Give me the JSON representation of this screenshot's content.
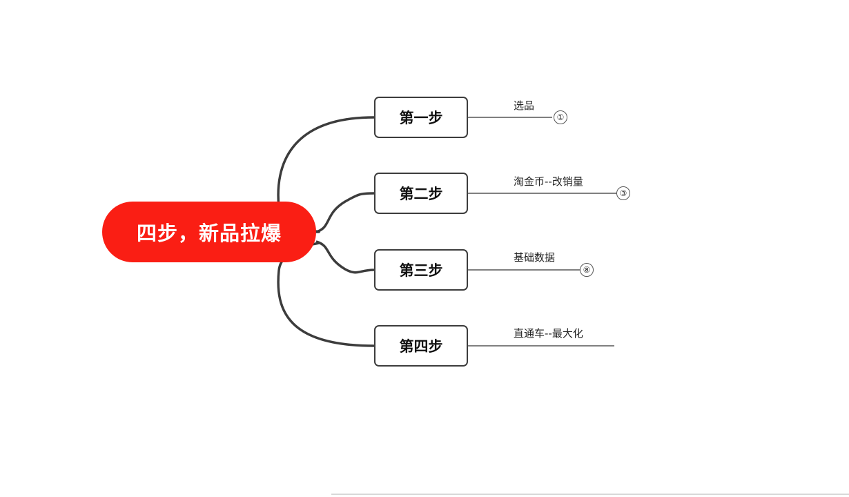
{
  "diagram": {
    "type": "mindmap",
    "root": {
      "label": "四步，新品拉爆",
      "color": "#FA1E14",
      "text_color": "#ffffff"
    },
    "branches": [
      {
        "node_label": "第一步",
        "leaf_label": "选品",
        "badge": "①"
      },
      {
        "node_label": "第二步",
        "leaf_label": "淘金币--改销量",
        "badge": "③"
      },
      {
        "node_label": "第三步",
        "leaf_label": "基础数据",
        "badge": "⑧"
      },
      {
        "node_label": "第四步",
        "leaf_label": "直通车--最大化",
        "badge": ""
      }
    ],
    "line_color": "#3c3c3c"
  }
}
